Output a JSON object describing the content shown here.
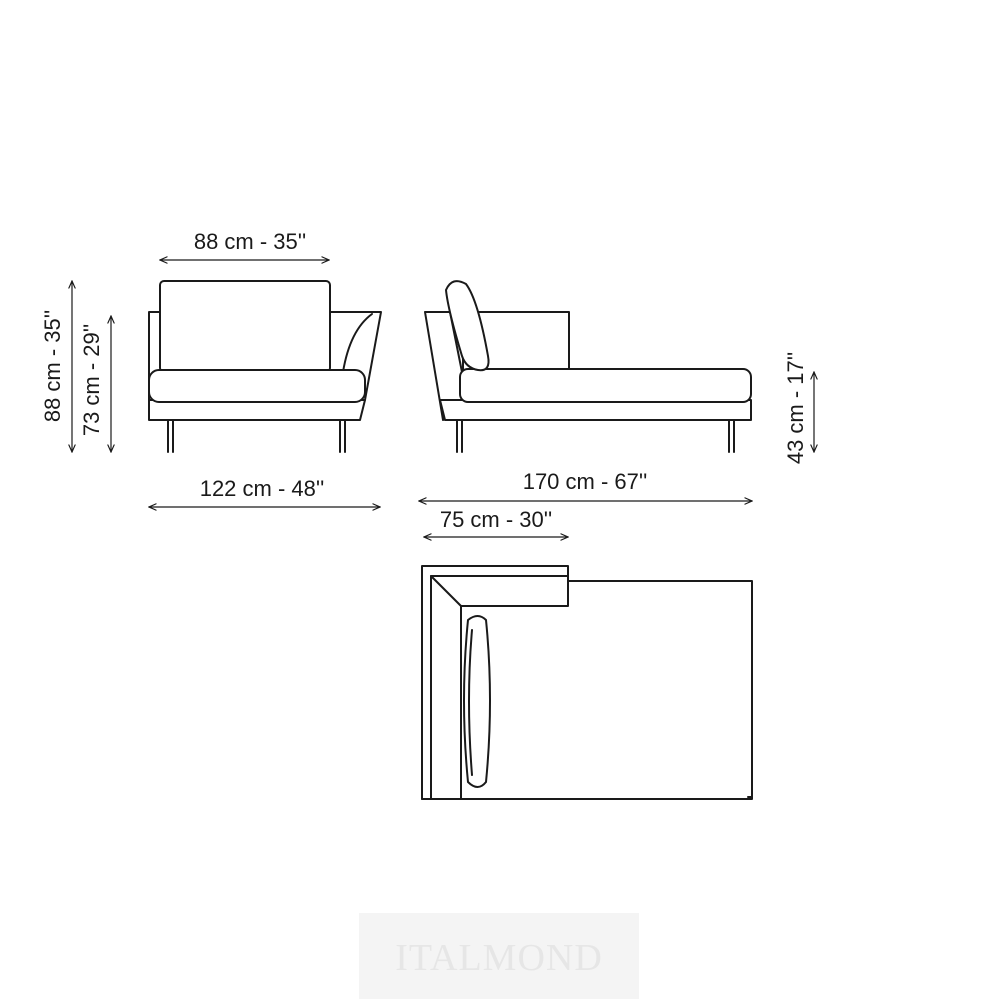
{
  "dimensions": {
    "front_width_seat": "88 cm - 35''",
    "front_width_total": "122 cm - 48''",
    "height_total": "88 cm - 35''",
    "height_arm": "73 cm - 29''",
    "side_length": "170 cm - 67''",
    "side_back_depth": "75 cm - 30''",
    "seat_height": "43 cm - 17''"
  },
  "watermark": "ITALMOND",
  "colors": {
    "line": "#1a1a1a",
    "background": "#ffffff"
  }
}
